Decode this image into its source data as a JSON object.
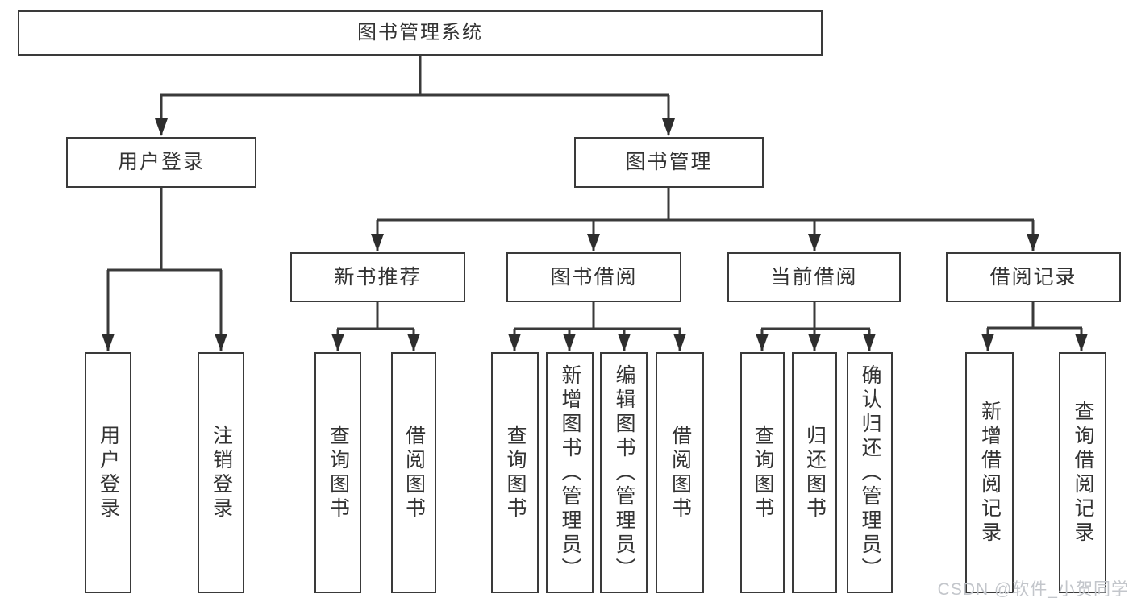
{
  "colors": {
    "line": "#3a3a3a",
    "arrow": "#2d2d2d",
    "text": "#333333",
    "watermark_text_color": "#c3c6cb",
    "background": "#ffffff"
  },
  "tree": {
    "root": "图书管理系统",
    "branches": [
      {
        "label": "用户登录",
        "children": [
          "用户登录",
          "注销登录"
        ]
      },
      {
        "label": "图书管理",
        "sections": [
          {
            "label": "新书推荐",
            "children": [
              "查询图书",
              "借阅图书"
            ]
          },
          {
            "label": "图书借阅",
            "children": [
              "查询图书",
              "新增图书（管理员）",
              "编辑图书（管理员）",
              "借阅图书"
            ]
          },
          {
            "label": "当前借阅",
            "children": [
              "查询图书",
              "归还图书",
              "确认归还（管理员）"
            ]
          },
          {
            "label": "借阅记录",
            "children": [
              "新增借阅记录",
              "查询借阅记录"
            ]
          }
        ]
      }
    ]
  },
  "watermark": {
    "text": "CSDN @软件_小贺同学"
  }
}
